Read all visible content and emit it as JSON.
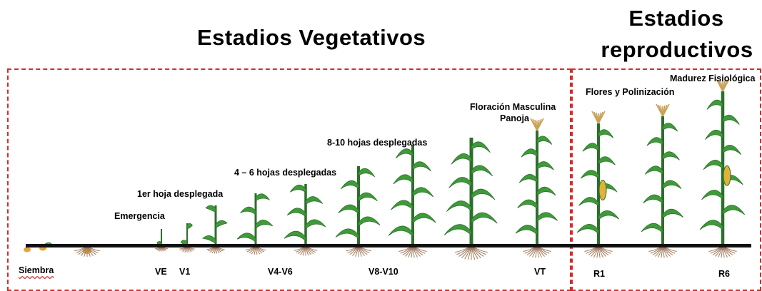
{
  "titles": {
    "vegetative": "Estadios Vegetativos",
    "reproductive_line1": "Estadios",
    "reproductive_line2": "reproductivos"
  },
  "annotations": {
    "emergencia": "Emergencia",
    "primera_hoja": "1er hoja desplegada",
    "hojas_4_6": "4 – 6  hojas desplegadas",
    "hojas_8_10": "8-10 hojas desplegadas",
    "floracion_line1": "Floración Masculina",
    "floracion_line2": "Panoja",
    "flores": "Flores y Polinización",
    "madurez": "Madurez Fisiológica"
  },
  "stages": {
    "siembra": "Siembra",
    "ve": "VE",
    "v1": "V1",
    "v4_v6": "V4-V6",
    "v8_v10": "V8-V10",
    "vt": "VT",
    "r1": "R1",
    "r6": "R6"
  },
  "colors": {
    "dashed_border": "#d62b2b",
    "ground_line": "#111111",
    "leaf": "#3f9b3a",
    "leaf_dark": "#2c6f2a",
    "root": "#a07a5e",
    "tassel": "#c9a25a",
    "seed": "#e6a23c"
  }
}
